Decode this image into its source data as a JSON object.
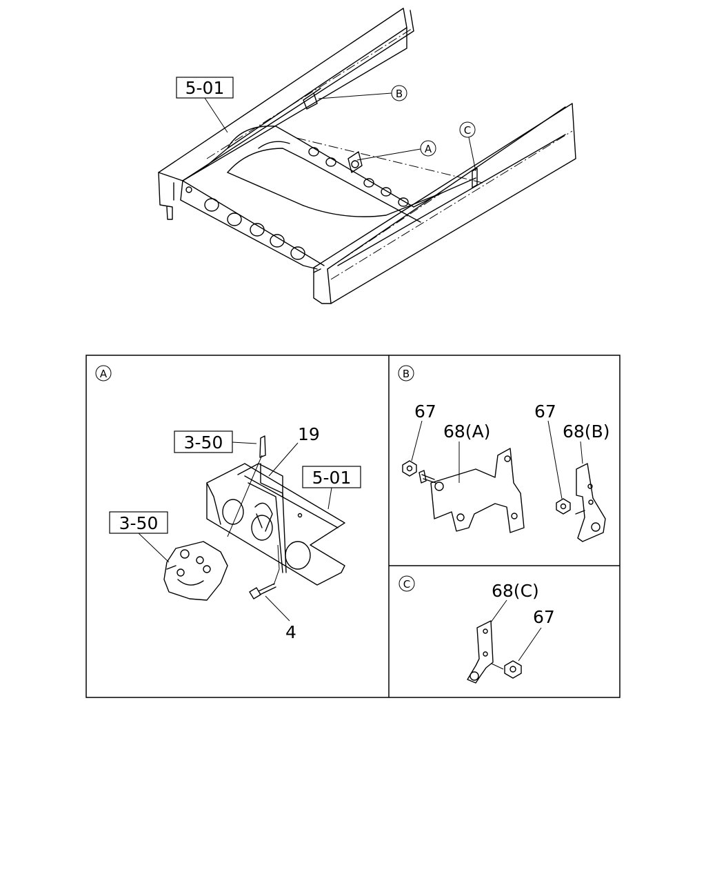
{
  "top_view": {
    "ref_frame": "5-01",
    "callout_b": "B",
    "callout_a": "A",
    "callout_c": "C"
  },
  "panel_a": {
    "tag": "A",
    "ref_upper": "3-50",
    "ref_lower": "3-50",
    "ref_frame": "5-01",
    "part_19": "19",
    "part_4": "4"
  },
  "panel_b": {
    "tag": "B",
    "nut_left": "67",
    "bracket_a": "68(A)",
    "nut_right": "67",
    "bracket_b": "68(B)"
  },
  "panel_c": {
    "tag": "C",
    "bracket_c": "68(C)",
    "nut": "67"
  }
}
